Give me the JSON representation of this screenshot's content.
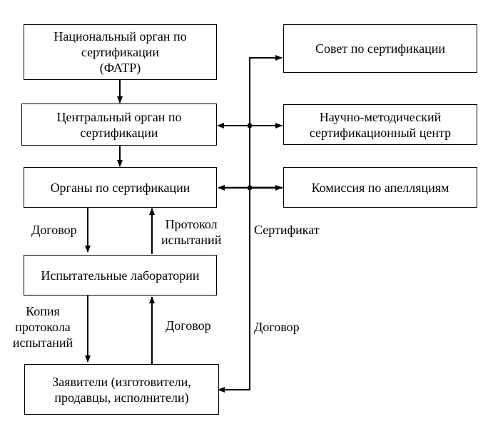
{
  "boxes": {
    "national_body": "Национальный орган по\nсертификации\n(ФАТР)",
    "central_body": "Центральный орган по\nсертификации",
    "certification_bodies": "Органы по сертификации",
    "test_labs": "Испытательные лаборатории",
    "applicants": "Заявители (изготовители,\nпродавцы, исполнители)",
    "certification_council": "Совет по сертификации",
    "methodical_center": "Научно-методический\nсертификационный центр",
    "appeals_commission": "Комиссия по апелляциям"
  },
  "labels": {
    "contract_left": "Договор",
    "test_protocol": "Протокол\nиспытаний",
    "certificate": "Сертификат",
    "copy_protocol": "Копия\nпротокола\nиспытаний",
    "contract_middle": "Договор",
    "contract_right": "Договор"
  },
  "colors": {
    "line": "#000000",
    "background": "#ffffff"
  }
}
